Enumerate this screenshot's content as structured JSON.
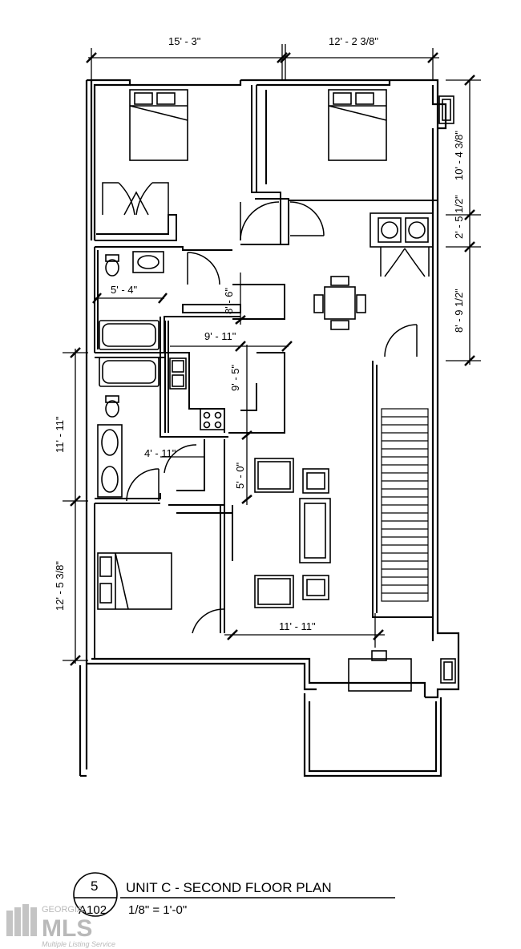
{
  "dimensions": {
    "top_left": "15' - 3\"",
    "top_right": "12' - 2 3/8\"",
    "right_upper": "10' - 4 3/8\"",
    "right_small": "2' - 5 1/2\"",
    "right_lower": "8' - 9 1/2\"",
    "bath_width": "5' - 4\"",
    "hall_depth": "8' - 6\"",
    "kitchen_width": "9' - 11\"",
    "kitchen_depth": "9' - 5\"",
    "left_middle": "11' - 11\"",
    "left_lower": "12' - 5 3/8\"",
    "closet_width": "4' - 11\"",
    "closet_depth": "5' - 0\"",
    "living_width": "11' - 11\""
  },
  "title": {
    "drawing_number": "5",
    "sheet": "A102",
    "name": "UNIT C - SECOND FLOOR PLAN",
    "scale": "1/8\" = 1'-0\""
  },
  "watermark": {
    "line1": "GEORGIA",
    "line2": "MLS",
    "line3": "Multiple Listing Service"
  }
}
